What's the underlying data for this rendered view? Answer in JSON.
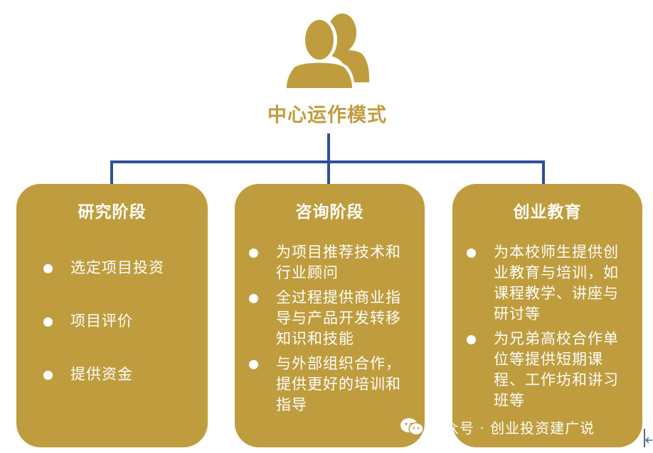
{
  "center": {
    "title": "中心运作模式",
    "icon": "people-icon"
  },
  "colors": {
    "gold": "#bf9d3f",
    "connector": "#2f4f97",
    "text_on_gold": "#ffffff"
  },
  "boxes": [
    {
      "title": "研究阶段",
      "items": [
        "选定项目投资",
        "项目评价",
        "提供资金"
      ]
    },
    {
      "title": "咨询阶段",
      "items": [
        "为项目推荐技术和行业顾问",
        "全过程提供商业指导与产品开发转移知识和技能",
        "与外部组织合作，提供更好的培训和指导"
      ]
    },
    {
      "title": "创业教育",
      "items": [
        "为本校师生提供创业教育与培训，如课程教学、讲座与研讨等",
        "为兄弟高校合作单位等提供短期课程、工作坊和讲习班等"
      ]
    }
  ],
  "watermark": {
    "text": "公众号 · 创业投资建广说",
    "icon": "wechat-icon"
  }
}
